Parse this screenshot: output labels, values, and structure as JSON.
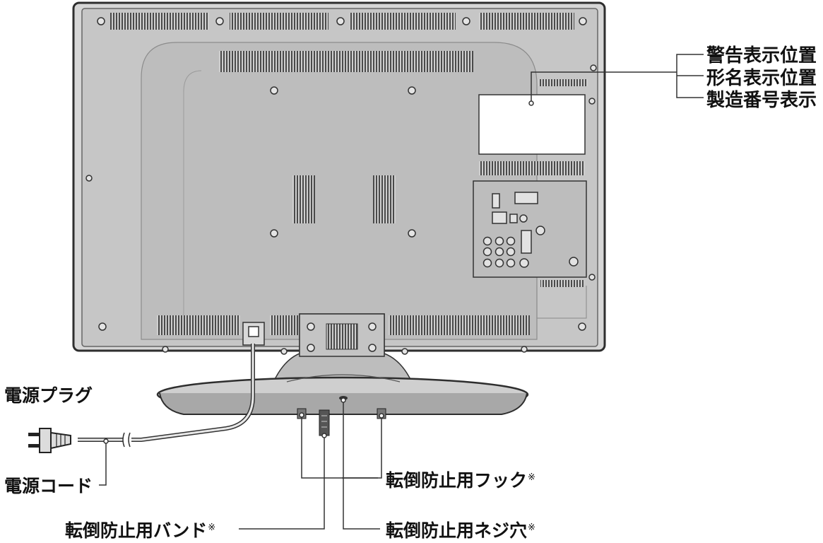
{
  "labels": {
    "warning_position": "警告表示位置",
    "model_position": "形名表示位置",
    "serial_display": "製造番号表示",
    "power_plug": "電源プラグ",
    "power_cord": "電源コード",
    "hook": "転倒防止用フック",
    "band": "転倒防止用バンド",
    "screw_hole": "転倒防止用ネジ穴",
    "note_mark": "※"
  },
  "colors": {
    "body": "#c8c8c8",
    "body_dark": "#b4b4b4",
    "outline": "#3a3a3a",
    "vent": "#555555"
  }
}
